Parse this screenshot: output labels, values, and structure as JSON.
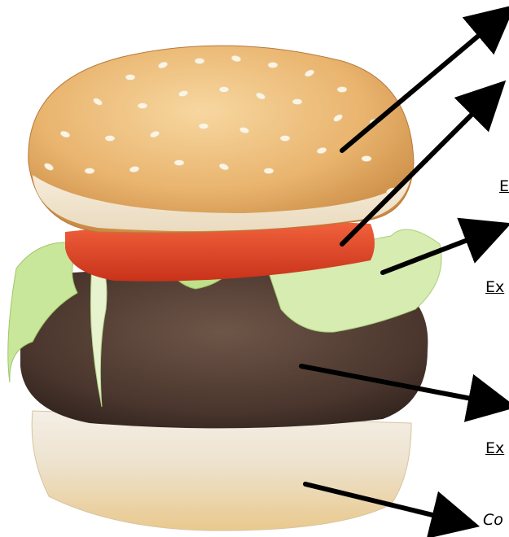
{
  "labels": {
    "l1": "E",
    "l2": "Ex",
    "l3": "Ex",
    "l4": "Co"
  },
  "arrow_color": "#000000",
  "icons": [
    "burger-photo",
    "arrow-icon"
  ]
}
